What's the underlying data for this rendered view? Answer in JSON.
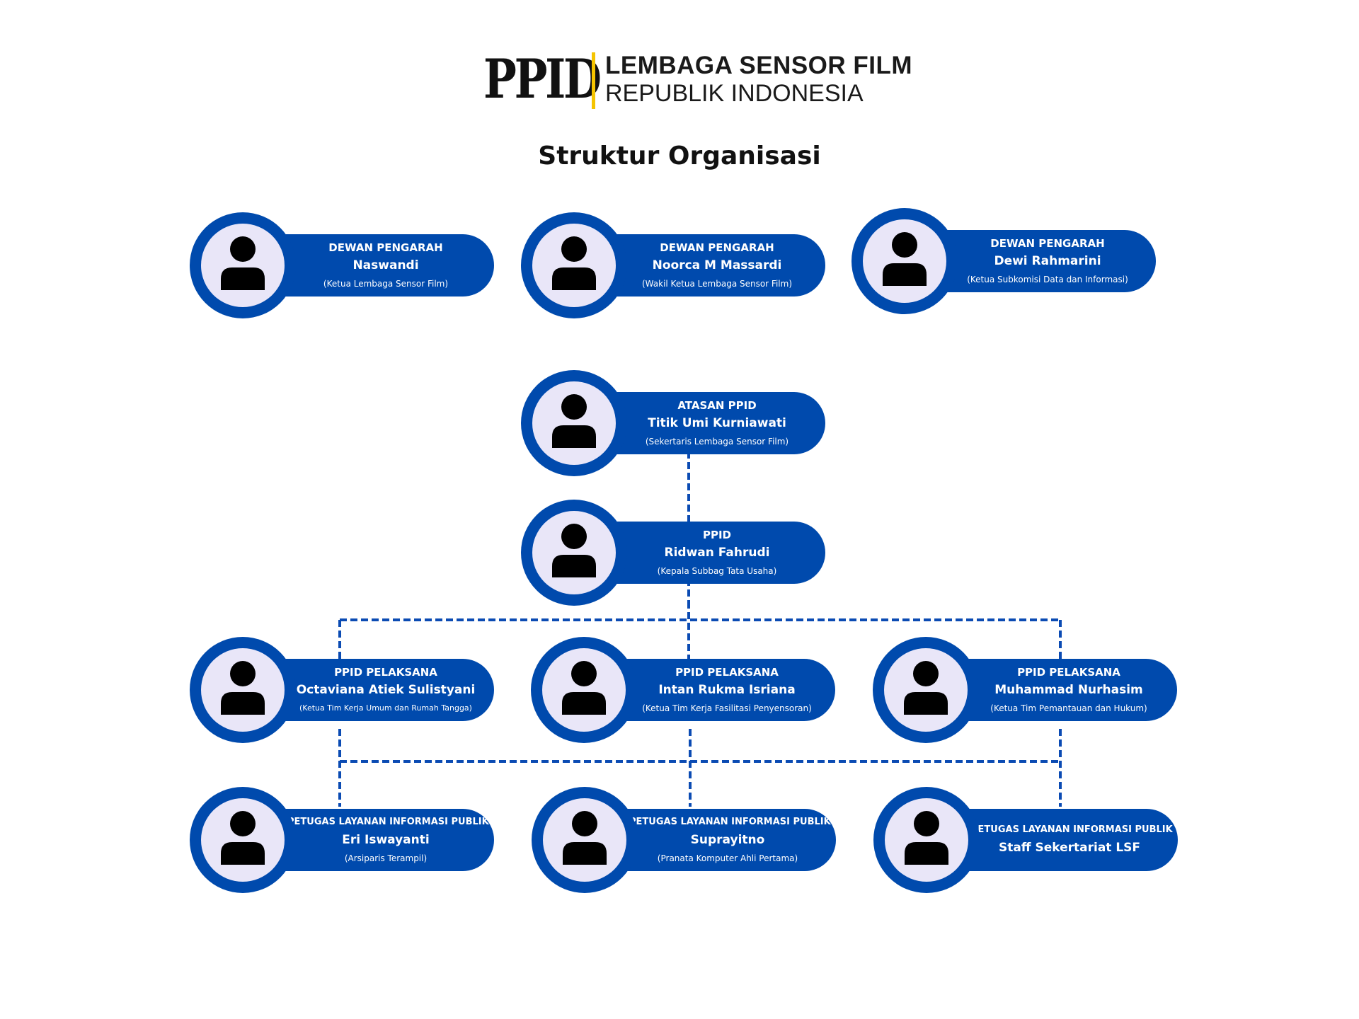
{
  "logo": {
    "ppid": "PPID",
    "line1": "LEMBAGA SENSOR FILM",
    "line2": "REPUBLIK INDONESIA",
    "accent": "#f5c400"
  },
  "title": "Struktur Organisasi",
  "colors": {
    "primary": "#004aad",
    "avatar_bg": "#e9e6f8",
    "icon": "#000000"
  },
  "nodes": [
    {
      "role": "DEWAN PENGARAH",
      "name": "Naswandi",
      "desc": "(Ketua Lembaga Sensor Film)",
      "icon": "person-icon"
    },
    {
      "role": "DEWAN PENGARAH",
      "name": "Noorca M Massardi",
      "desc": "(Wakil Ketua Lembaga Sensor Film)",
      "icon": "person-icon"
    },
    {
      "role": "DEWAN PENGARAH",
      "name": "Dewi Rahmarini",
      "desc": "(Ketua Subkomisi Data dan Informasi)",
      "icon": "person-icon"
    },
    {
      "role": "ATASAN PPID",
      "name": "Titik Umi Kurniawati",
      "desc": "(Sekertaris Lembaga Sensor Film)",
      "icon": "person-icon"
    },
    {
      "role": "PPID",
      "name": "Ridwan Fahrudi",
      "desc": "(Kepala Subbag Tata Usaha)",
      "icon": "person-icon"
    },
    {
      "role": "PPID PELAKSANA",
      "name": "Octaviana Atiek Sulistyani",
      "desc": "(Ketua Tim Kerja Umum dan Rumah Tangga)",
      "icon": "person-icon"
    },
    {
      "role": "PPID PELAKSANA",
      "name": "Intan Rukma Isriana",
      "desc": "(Ketua Tim Kerja Fasilitasi Penyensoran)",
      "icon": "person-icon"
    },
    {
      "role": "PPID PELAKSANA",
      "name": "Muhammad Nurhasim",
      "desc": "(Ketua Tim Pemantauan dan Hukum)",
      "icon": "person-icon"
    },
    {
      "role": "PETUGAS LAYANAN INFORMASI PUBLIK",
      "name": "Eri Iswayanti",
      "desc": "(Arsiparis Terampil)",
      "icon": "person-icon"
    },
    {
      "role": "PETUGAS LAYANAN INFORMASI PUBLIK",
      "name": "Suprayitno",
      "desc": "(Pranata Komputer Ahli Pertama)",
      "icon": "person-icon"
    },
    {
      "role": "PETUGAS LAYANAN INFORMASI PUBLIK",
      "name": "Staff Sekertariat LSF",
      "desc": "",
      "icon": "person-icon"
    }
  ]
}
